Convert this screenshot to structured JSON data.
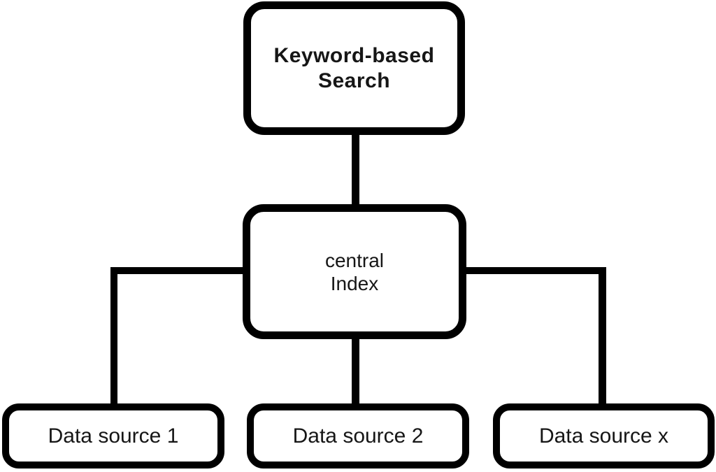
{
  "diagram": {
    "colors": {
      "background": "#ffffff",
      "line": "#000000",
      "node_fill": "#ffffff",
      "text": "#161616"
    },
    "nodes": {
      "keyword_search": {
        "line1": "Keyword-based",
        "line2": "Search"
      },
      "central_index": {
        "line1": "central",
        "line2": "Index"
      },
      "data_source_1": {
        "label": "Data source 1"
      },
      "data_source_2": {
        "label": "Data source 2"
      },
      "data_source_x": {
        "label": "Data source x"
      }
    }
  }
}
